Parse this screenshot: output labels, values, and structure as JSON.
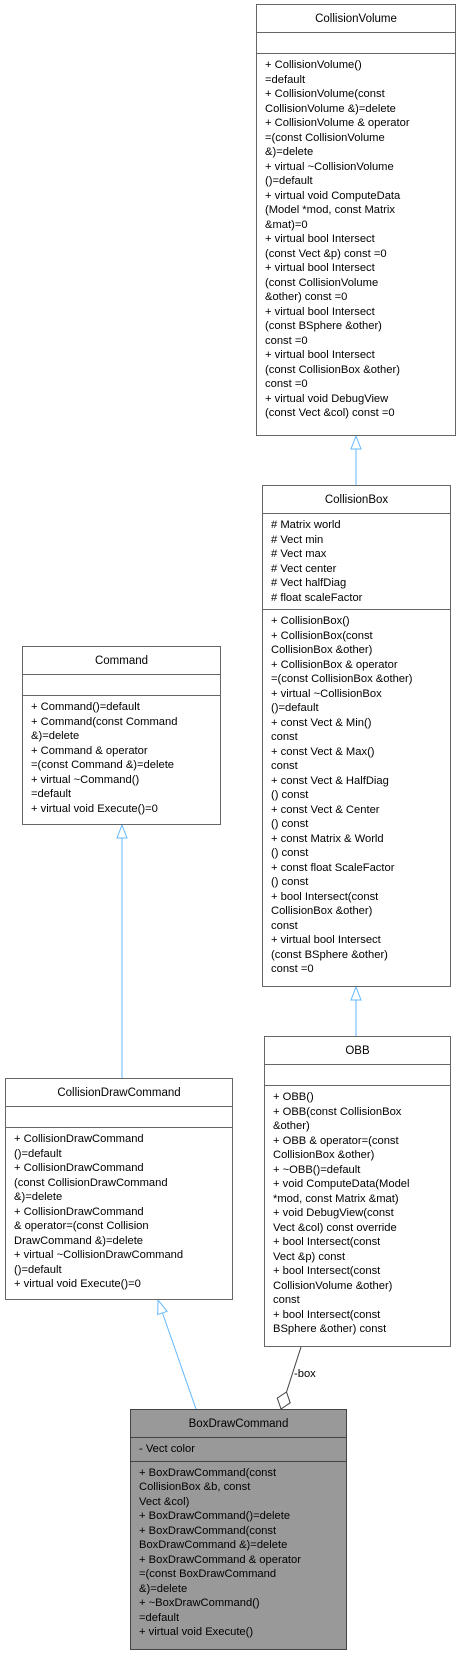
{
  "classes": {
    "collision_volume": {
      "name": "CollisionVolume",
      "attributes": [],
      "methods": [
        "+ CollisionVolume()",
        "=default",
        "+ CollisionVolume(const",
        " CollisionVolume &)=delete",
        "+ CollisionVolume & operator",
        "=(const CollisionVolume",
        " &)=delete",
        "+ virtual ~CollisionVolume",
        "()=default",
        "+ virtual void ComputeData",
        "(Model *mod, const Matrix",
        " &mat)=0",
        "+ virtual bool Intersect",
        "(const Vect &p) const =0",
        "+ virtual bool Intersect",
        "(const CollisionVolume",
        " &other) const =0",
        "+ virtual bool Intersect",
        "(const BSphere &other)",
        " const =0",
        "+ virtual bool Intersect",
        "(const CollisionBox &other)",
        " const =0",
        "+ virtual void DebugView",
        "(const Vect &col) const =0"
      ]
    },
    "collision_box": {
      "name": "CollisionBox",
      "attributes": [
        "# Matrix world",
        "# Vect min",
        "# Vect max",
        "# Vect center",
        "# Vect halfDiag",
        "# float scaleFactor"
      ],
      "methods": [
        "+ CollisionBox()",
        "+ CollisionBox(const",
        " CollisionBox &other)",
        "+ CollisionBox & operator",
        "=(const CollisionBox &other)",
        "+ virtual ~CollisionBox",
        "()=default",
        "+ const Vect & Min()",
        " const",
        "+ const Vect & Max()",
        " const",
        "+ const Vect & HalfDiag",
        "() const",
        "+ const Vect & Center",
        "() const",
        "+ const Matrix & World",
        "() const",
        "+ const float ScaleFactor",
        "() const",
        "+ bool Intersect(const",
        " CollisionBox &other)",
        " const",
        "+ virtual bool Intersect",
        "(const BSphere &other)",
        " const =0"
      ]
    },
    "command": {
      "name": "Command",
      "attributes": [],
      "methods": [
        "+ Command()=default",
        "+ Command(const Command",
        " &)=delete",
        "+ Command & operator",
        "=(const Command &)=delete",
        "+ virtual ~Command()",
        "=default",
        "+ virtual void Execute()=0"
      ]
    },
    "obb": {
      "name": "OBB",
      "attributes": [],
      "methods": [
        "+ OBB()",
        "+ OBB(const CollisionBox",
        " &other)",
        "+ OBB & operator=(const",
        " CollisionBox &other)",
        "+ ~OBB()=default",
        "+ void ComputeData(Model",
        " *mod, const Matrix &mat)",
        "+ void DebugView(const",
        " Vect &col) const override",
        "+ bool Intersect(const",
        " Vect &p) const",
        "+ bool Intersect(const",
        " CollisionVolume &other)",
        " const",
        "+ bool Intersect(const",
        " BSphere &other) const"
      ]
    },
    "collision_draw_command": {
      "name": "CollisionDrawCommand",
      "attributes": [],
      "methods": [
        "+ CollisionDrawCommand",
        "()=default",
        "+ CollisionDrawCommand",
        "(const CollisionDrawCommand",
        " &)=delete",
        "+ CollisionDrawCommand",
        " & operator=(const Collision",
        "DrawCommand &)=delete",
        "+ virtual ~CollisionDrawCommand",
        "()=default",
        "+ virtual void Execute()=0"
      ]
    },
    "box_draw_command": {
      "name": "BoxDrawCommand",
      "attributes": [
        "- Vect color"
      ],
      "methods": [
        "+ BoxDrawCommand(const",
        " CollisionBox &b, const",
        " Vect &col)",
        "+ BoxDrawCommand()=delete",
        "+ BoxDrawCommand(const",
        " BoxDrawCommand &)=delete",
        "+ BoxDrawCommand & operator",
        "=(const BoxDrawCommand",
        " &)=delete",
        "+ ~BoxDrawCommand()",
        "=default",
        "+ virtual void Execute()"
      ]
    }
  },
  "relations": {
    "association_label": "-box"
  },
  "colors": {
    "inheritance_edge": "#63b8ff",
    "association_edge": "#404040",
    "focus_fill": "#999999",
    "box_border": "#666666"
  }
}
